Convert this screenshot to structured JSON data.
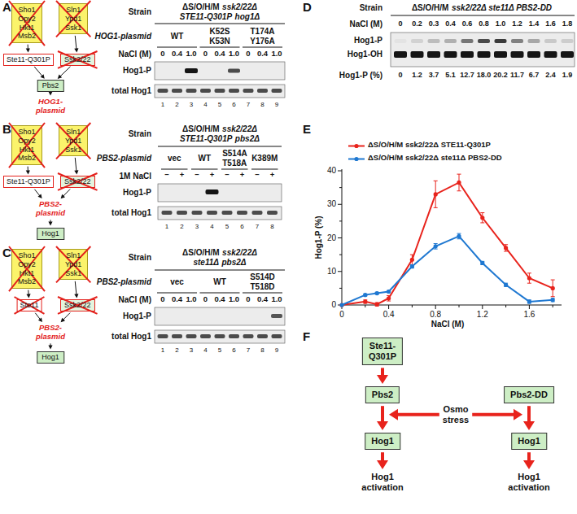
{
  "diagram": {
    "nodes": [
      {
        "text": [
          "Sho1 Opy2 Hkt1 Msb2"
        ]
      },
      {
        "text": [
          "Sln1 Ypd1 Ssk1"
        ]
      },
      {
        "text": [
          "Ste11-Q301P"
        ]
      },
      {
        "text": [
          "Ssk2/22"
        ]
      },
      {
        "text": [
          "Pbs2"
        ]
      },
      {
        "text": [
          "Sho1 Opy2 Hkt1 Msb2"
        ]
      },
      {
        "text": [
          "Sln1 Ypd1 Ssk1"
        ]
      },
      {
        "text": [
          "Ste11-Q301P"
        ]
      },
      {
        "text": [
          "Ssk2/22"
        ]
      },
      {
        "text": [
          "Hog1"
        ]
      },
      {
        "text": [
          "Sho1 Opy2 Hkt1 Msb2"
        ]
      },
      {
        "text": [
          "Sln1 Ypd1 Ssk1"
        ]
      },
      {
        "text": [
          "Ste11"
        ]
      },
      {
        "text": [
          "Ssk2/22"
        ]
      },
      {
        "text": [
          "Hog1"
        ]
      },
      {
        "text": [
          "Ste11-Q301P"
        ]
      },
      {
        "text": [
          "Pbs2"
        ]
      },
      {
        "text": [
          "Hog1"
        ]
      },
      {
        "text": [
          "Pbs2-DD"
        ]
      },
      {
        "text": [
          "Hog1"
        ]
      }
    ],
    "edges": [
      {
        "from": 0,
        "to": 2,
        "arrow": "to"
      },
      {
        "from": 1,
        "to": 3,
        "arrow": "to"
      },
      {
        "from": 2,
        "to": 4,
        "arrow": "to"
      },
      {
        "from": 3,
        "to": 4,
        "arrow": "to"
      },
      {
        "from": 5,
        "to": 7,
        "arrow": "to"
      },
      {
        "from": 6,
        "to": 8,
        "arrow": "to"
      },
      {
        "from": 10,
        "to": 12,
        "arrow": "to"
      },
      {
        "from": 11,
        "to": 13,
        "arrow": "to"
      },
      {
        "from": 15,
        "to": 16,
        "arrow": "to"
      },
      {
        "from": 16,
        "to": 17,
        "arrow": "to"
      },
      {
        "from": 18,
        "to": 19,
        "arrow": "to"
      }
    ],
    "labels": [
      "A",
      "Strain",
      "ΔS/O/H/M",
      "ssk2/22Δ",
      "STE11-Q301P",
      "hog1Δ",
      "HOG1-plasmid",
      "WT",
      "K52S K53N",
      "T174A Y176A",
      "NaCl (M)",
      "0",
      "0.4",
      "1.0",
      "0",
      "0.4",
      "1.0",
      "0",
      "0.4",
      "1.0",
      "Hog1-P",
      "total Hog1",
      "1",
      "2",
      "3",
      "4",
      "5",
      "6",
      "7",
      "8",
      "9",
      "HOG1-plasmid",
      "B",
      "Strain",
      "ΔS/O/H/M",
      "ssk2/22Δ",
      "STE11-Q301P",
      "pbs2Δ",
      "PBS2-plasmid",
      "vec",
      "WT",
      "S514A T518A",
      "K389M",
      "1M NaCl",
      "−",
      "+",
      "−",
      "+",
      "−",
      "+",
      "−",
      "+",
      "Hog1-P",
      "total Hog1",
      "1",
      "2",
      "3",
      "4",
      "5",
      "6",
      "7",
      "8",
      "PBS2-plasmid",
      "C",
      "Strain",
      "ΔS/O/H/M",
      "ssk2/22Δ",
      "ste11Δ",
      "pbs2Δ",
      "PBS2-plasmid",
      "vec",
      "WT",
      "S514D T518D",
      "NaCl (M)",
      "0",
      "0.4",
      "1.0",
      "0",
      "0.4",
      "1.0",
      "0",
      "0.4",
      "1.0",
      "Hog1-P",
      "total Hog1",
      "1",
      "2",
      "3",
      "4",
      "5",
      "6",
      "7",
      "8",
      "9",
      "PBS2-plasmid",
      "D",
      "Strain",
      "ΔS/O/H/M",
      "ssk2/22Δ ste11Δ PBS2-DD",
      "NaCl (M)",
      "0",
      "0.2",
      "0.3",
      "0.4",
      "0.6",
      "0.8",
      "1.0",
      "1.2",
      "1.4",
      "1.6",
      "1.8",
      "Hog1-P",
      "Hog1-OH",
      "Hog1-P (%)",
      "0",
      "1.2",
      "3.7",
      "5.1",
      "12.7",
      "18.0",
      "20.2",
      "11.7",
      "6.7",
      "2.4",
      "1.9",
      "E",
      "Hog1-P (%)",
      "0",
      "10",
      "20",
      "30",
      "40",
      "0",
      "0.4",
      "0.8",
      "1.2",
      "1.6",
      "NaCl (M)",
      "F",
      "Osmo stress",
      "Hog1 activation",
      "Hog1 activation"
    ],
    "legend": [
      {
        "text": "ΔS/O/H/M ssk2/22Δ STE11-Q301P"
      },
      {
        "text": "ΔS/O/H/M ssk2/22Δ ste11Δ PBS2-DD"
      }
    ]
  }
}
